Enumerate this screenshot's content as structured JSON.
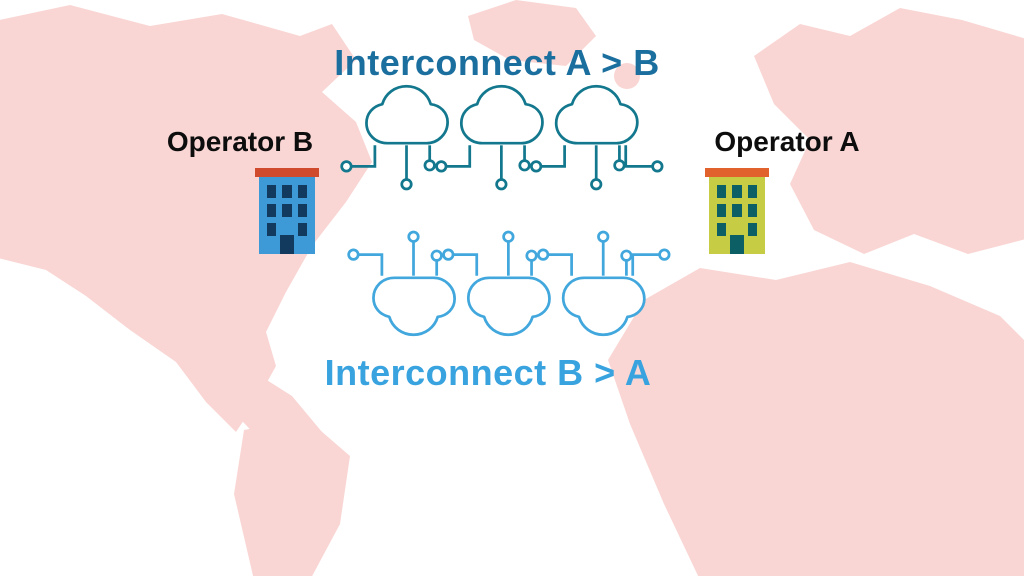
{
  "titles": {
    "top": "Interconnect A > B",
    "bottom": "Interconnect B > A"
  },
  "operators": {
    "left": "Operator B",
    "right": "Operator A"
  },
  "icons": {
    "top_row": "cloud-network-circuit-icon",
    "bottom_row": "cloud-network-circuit-icon-flipped",
    "left": "office-building-icon",
    "right": "office-building-icon",
    "background": "world-map-silhouette"
  },
  "colors": {
    "map_fill": "#f9d6d4",
    "top_title": "#1b6f9e",
    "bottom_title": "#38a3de",
    "cloud_top": "#13788e",
    "cloud_bottom": "#41a7dd",
    "label_text": "#0d0d0d",
    "bl_body": "#3d9ad6",
    "bl_window": "#123a5e",
    "br_body": "#c6cc43",
    "br_window": "#0d5f66",
    "roof_left": "#d04a2e",
    "roof_right": "#e2622d"
  }
}
